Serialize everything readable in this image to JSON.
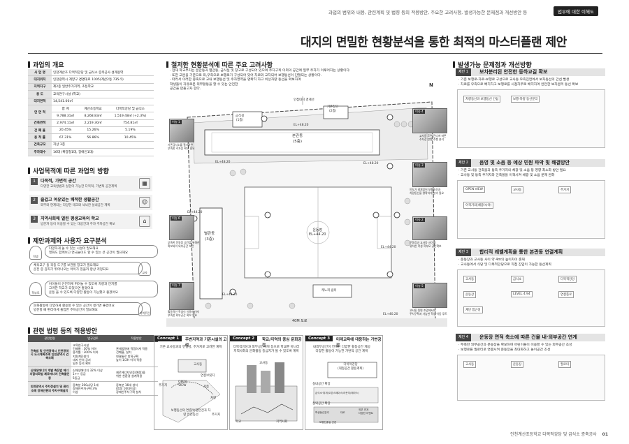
{
  "header": {
    "subtitle": "과업의 범위와 내용, 관련계획 및 법령 등의 적용방안, 주요한 고려사항, 발생가능한 문제점과 개선방안 등",
    "badge": "업무에 대한 이해도",
    "title": "대지의 면밀한 현황분석을 통한 최적의 마스터플랜 제안"
  },
  "overview": {
    "title": "과업의 개요",
    "rows": [
      {
        "k": "사 업 명",
        "v": "인천계산초 다목적강당 및 급식소 증축공사 설계용역"
      },
      {
        "k": "대지위치",
        "v": "인천광역시 계양구 경명대로 1005(계산2동 735-5)"
      },
      {
        "k": "지역지구",
        "v": "제2종 일반주거지역, 초등학교"
      },
      {
        "k": "용 도",
        "v": "교육연구시설 (학교)"
      },
      {
        "k": "대지면적",
        "v": "14,541.00㎡"
      }
    ],
    "area_head": [
      "합 계",
      "계산초등학교",
      "다목적강당 및 급식소"
    ],
    "area_label": "연 면 적",
    "area_values": [
      "9,788.31㎡",
      "8,268.83㎡",
      "1,519.48㎡ (+2.3%)"
    ],
    "rows2": [
      {
        "k": "건축면적",
        "a": "2,974.11㎡",
        "b": "2,219.30㎡",
        "c": "754.81㎡"
      },
      {
        "k": "건 폐 율",
        "a": "20.45%",
        "b": "15.26%",
        "c": "5.19%"
      },
      {
        "k": "용 적 률",
        "a": "67.31%",
        "b": "56.86%",
        "c": "10.45%"
      }
    ],
    "rows3": [
      {
        "k": "건축규모",
        "v": "지상 3층"
      },
      {
        "k": "주차대수",
        "v": "16대 (확장형1대, 장애인1대)"
      }
    ]
  },
  "purpose": {
    "title": "사업목적에 따른 과업의 방향",
    "items": [
      {
        "num": "1",
        "t": "다목적, 가변적 공간",
        "d": "다양한 교육방법과 실현이 가능한 다목적, 가변적 공간계획"
      },
      {
        "num": "2",
        "t": "즐겁고 여유있는 쾌적한 생활공간",
        "d": "외부와 연계되는 다양한 테크와 넉넉한 실내공간 계획"
      },
      {
        "num": "3",
        "t": "지역사회에 열린 평생교육의 학교",
        "d": "방문자 등이 이용할 수 있는 대공간과 주차 주차공간 확보"
      }
    ]
  },
  "requests": {
    "title": "제안과제와 사용자 요구분석",
    "bubbles": [
      "다양하게 놀 수 있는 시설이 필요해요\n영화도 함께보고 연극놀이도 할 수 있는 큰 공간이 필요해요",
      "체육교구 등 각종 도구를 보관할 창고가 필요해요\n운전 중 갑자기 뛰어나오는 아이가 있을까 항상 걱정되요",
      "아이들이 안전하게 뛰어놀 수 있도록 차량과 단지를\n고려한 학교가 되었으면 좋겠어요\n운동 을 수 있도록 다양한 활동이 가능했으 좋겠어요",
      "문화활동에 다양하게 활용할 수 있는 공간이 생기면 좋겠어요\n방문할 때 편리하게 출입한 주차공간이 필요해요"
    ],
    "persons": [
      "학생",
      "교사",
      "학부모",
      "지역주민"
    ]
  },
  "laws": {
    "title": "관련 법령 등의 적용방안",
    "head": [
      "관련법령",
      "법규검토",
      "적용방안"
    ],
    "rows": [
      {
        "k": "건축법 및 인천광역시 인천광역시 도시계획조례 인천광역시 건축조례",
        "a": "교육연구시설\n건폐율 : 30% 이하\n용적률 : 300% 이하\n지원계단설치\n대지 안의 공지\n일조 등의 확보",
        "b": "관계법령에 적합하게 적용\n건폐율, 설치\n연결통로 방화구획\n높이 1/2H 이격 적용"
      },
      {
        "k": "신재생에너지 개발 촉진법 에너지합리화법\n제로에너지 건축물인증",
        "a": "신재생에너지 32% 이상\n1++ 등급\n5등급",
        "b": "제로에너지인증(예정)을\n위한 친환경 설계적용"
      },
      {
        "k": "인천광역시 주차장설치 및 관리조례\n장애인편의 주차구획설치",
        "a": "증축분 200㎡당 1대\n장애인주차구획 3%\n이상",
        "b": "증축분 16대 설치\n(법정 16대이상)\n장애인주차구획 설치"
      }
    ]
  },
  "site": {
    "title": "철저한 현황분석에 따른 주요 고려사항",
    "notes": [
      "· 현재 학교부지는 본관동과 별관동, 급식실 및 창고로 구성되어 있으며 주차구획 이외의 공간에 일부 주차가 이루어지는 상황이다.",
      "· 또한 교문을 기준으로 좌,우측으로 보행로가 구성되어 있어 차로와 교차되어 보행동선이 단절되는 상황이다.",
      "· 따라서 이러한 증축으로 교내 보행동선 및 주차영역을 명확히 하고 비상차량 동선을 확보하며",
      "  학생들이 자유로운 외부활동을 할 수 있는 안전한",
      "  공간을 만들고자 한다."
    ],
    "labels": {
      "road_top": "인접대지 경계선",
      "north": "N",
      "main_bldg": "본관동\n(5층)",
      "kitchen": "급식실\n(1층)",
      "storage": "기존창고\n(2층)",
      "annex": "별관동\n(3층)",
      "field": "운동장\nEL+44.20",
      "canopy": "캐노피 쉼터",
      "road_bottom": "40M 도로",
      "el1": "EL+48.20",
      "el2": "EL+48.20",
      "el3": "EL+48.20",
      "el4": "EL+44.20",
      "el5": "EL+44.20",
      "el6": "EL+44.20",
      "el7": "EL+40.20"
    },
    "photos": [
      {
        "tag": "이슈 1",
        "cap": "기존급식소를 철거하면\n부족한 주차장 확보 필요"
      },
      {
        "tag": "이슈 2",
        "cap": "운동장과 교사동 사이에\n위치한 학생 학부모 공간확보"
      },
      {
        "tag": "이슈 3",
        "cap": "인도가 걸쳐있어 보행동선과\n차량동선을 명확하게 분리 필요"
      },
      {
        "tag": "이슈 4",
        "cap": "교사동 후면 잔디에 따른\n주차장 방향 주행 분석"
      },
      {
        "tag": "이슈 5",
        "cap": "교사동 뒷면 조망에서의\n주차구획과 가능한 학생 이동 루트"
      },
      {
        "tag": "이슈 6",
        "cap": "부족한 운동장 공간을 위해한\n확보되어 외부공간 보전"
      },
      {
        "tag": "이슈 7",
        "cap": "활동적인 학생이 이용하기에\n부족한 외부공간 확보 필요"
      }
    ]
  },
  "concepts": [
    {
      "h": "Concept 1",
      "t": "주변지역과 기존시설의 고려",
      "d": "기존 교사동과의 연결성, 주거지로 고려한 계획"
    },
    {
      "h": "Concept 2",
      "t": "학교/지역의 중심 문화공간",
      "d": "다목적강당과 외부공간계획 등으로 학교뿐 아니라\n지역사회의 문화활동 중심지가 될 수 있도록 계획"
    },
    {
      "h": "Concept 3",
      "t": "미래교육에 대응하는 가변공간",
      "d": "내외부공간이 연계된 다양한 활동공간 제공\n다양한 활동이 가능한 가변적 공간 계획"
    }
  ],
  "concept_labels": {
    "c1": [
      "교사동",
      "OPEN VIEW",
      "주거지",
      "연결브릿지",
      "저층",
      "보행동선의 연결/보행안전과 차량 안전동선",
      "차량",
      "주거지"
    ],
    "c2": [
      "교사동",
      "학교",
      "지역사회"
    ],
    "c3": [
      "다목적강당\n(대형공간 활용계획)",
      "실내공간 확장",
      "실외공간 확장",
      "급식소·휴게(오픈스페이스/라운지/테라스)",
      "학생동선분리",
      "대로",
      "외부 연계\n다양한 이벤트",
      "보행진출입 관련"
    ]
  },
  "issues": {
    "title": "발생가능 문제점과 개선방향",
    "items": [
      {
        "num": "제안 1",
        "t": "보차분리된 안전한 등하교길 확보",
        "d": [
          "· 기존 보행로-차로-보행로 구성으로 교사동 우측진면에서 보차동선의 간섭 발생",
          "· 차로를 우측으로 배치하고 보행로를 시점하부로 배치하여 완전한 보차분리 동선 확보"
        ],
        "labels": [
          "차량동선과 보행동선 간섭",
          "보행-차량 동선분리"
        ]
      },
      {
        "num": "제안 2",
        "t": "음영 및 소음 등 예상 민원 파악 및 해결방안",
        "d": [
          "· 기존 교사동 건축물과 동측 주거지의 채광 및 소음 등 영향 최소화 방안 필요",
          "· 교사동 및 동측 주거지와 건축물을 이격시켜 채광 및 소음 문제 완화"
        ],
        "labels": [
          "OPEN VIEW",
          "교사동",
          "주거지",
          "이격거리(채광/시야)"
        ]
      },
      {
        "num": "제안 3",
        "t": "합리적 레벨계획을 통한 본관동 연결계획",
        "d": [
          "· 운동장과 교사동 사이 약 4m의 높이차이 존재",
          "· 교사동에서 식당 및 다목적강당으로 직접 진입이 가능한 동선계획"
        ],
        "labels": [
          "교사동",
          "급식소",
          "다목적강당",
          "운동장",
          "LEVEL 4.94",
          "연결통로",
          "계단 접근성"
        ]
      },
      {
        "num": "제안 4",
        "t": "운동장 면적 축소에 따른 건물 내·외부공간 연계",
        "d": [
          "· 부족한 외부공간과 운동장을 확보하여 어린이들이 이용할 수 있는 외부공간 조성",
          "· 보행로를 필로티로 연결시켜 운동장을 최대화하고 놀이공간 조성"
        ],
        "labels": [
          "교사동",
          "운동장",
          "필로티"
        ]
      }
    ]
  },
  "footer": {
    "text": "인천계산초등학교 다목적강당 및 급식소 증축공사",
    "page": "01"
  }
}
